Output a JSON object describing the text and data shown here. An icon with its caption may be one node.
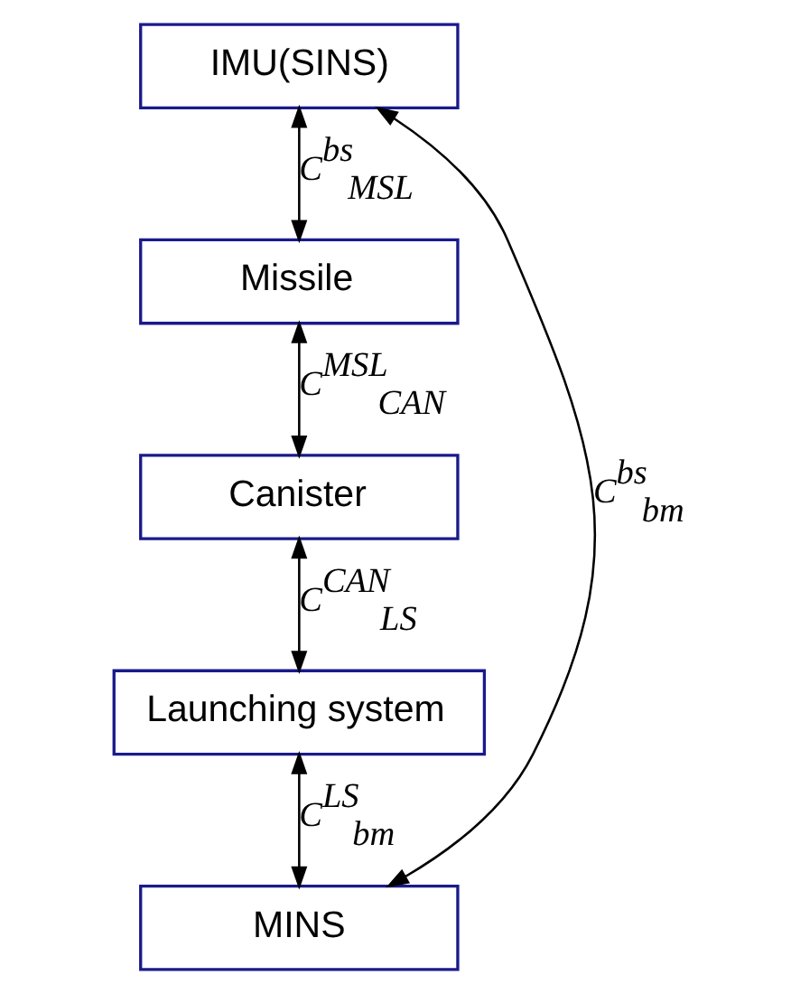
{
  "diagram": {
    "nodes": [
      {
        "text": [
          "IMU(SINS)"
        ]
      },
      {
        "text": [
          "Missile"
        ]
      },
      {
        "text": [
          "Canister"
        ]
      },
      {
        "text": [
          "Launching system"
        ]
      },
      {
        "text": [
          "MINS"
        ]
      }
    ],
    "edges": [
      {
        "from": 0,
        "to": 1,
        "arrow": "both",
        "label": "C$^{bs}$$_{MSL}$"
      },
      {
        "from": 1,
        "to": 2,
        "arrow": "both",
        "label": "C$^{MSL}$$_{CAN}$"
      },
      {
        "from": 2,
        "to": 3,
        "arrow": "both",
        "label": "C$^{CAN}$$_{LS}$"
      },
      {
        "from": 3,
        "to": 4,
        "arrow": "both",
        "label": "C$^{LS}$$_{bm}$"
      },
      {
        "from": 0,
        "to": 4,
        "arrow": "both",
        "label": "C$^{bs}$$_{bm}$"
      }
    ]
  }
}
